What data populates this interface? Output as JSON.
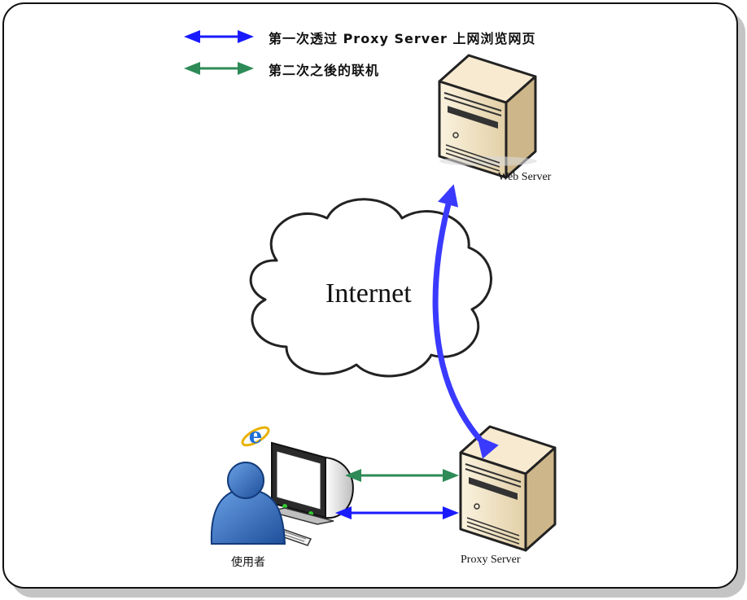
{
  "legend": {
    "first_visit": "第一次透过 Proxy Server 上网浏览网页",
    "later_connections": "第二次之後的联机",
    "first_color": "#1a1aff",
    "later_color": "#2e8b57"
  },
  "nodes": {
    "web_server": "Web Server",
    "proxy_server": "Proxy Server",
    "user": "使用者",
    "cloud": "Internet"
  },
  "icons": {
    "web_server": "server-tower-icon",
    "proxy_server": "server-tower-icon",
    "user": "user-silhouette-icon",
    "monitor": "crt-monitor-icon",
    "browser": "internet-explorer-icon",
    "cloud": "cloud-icon"
  }
}
